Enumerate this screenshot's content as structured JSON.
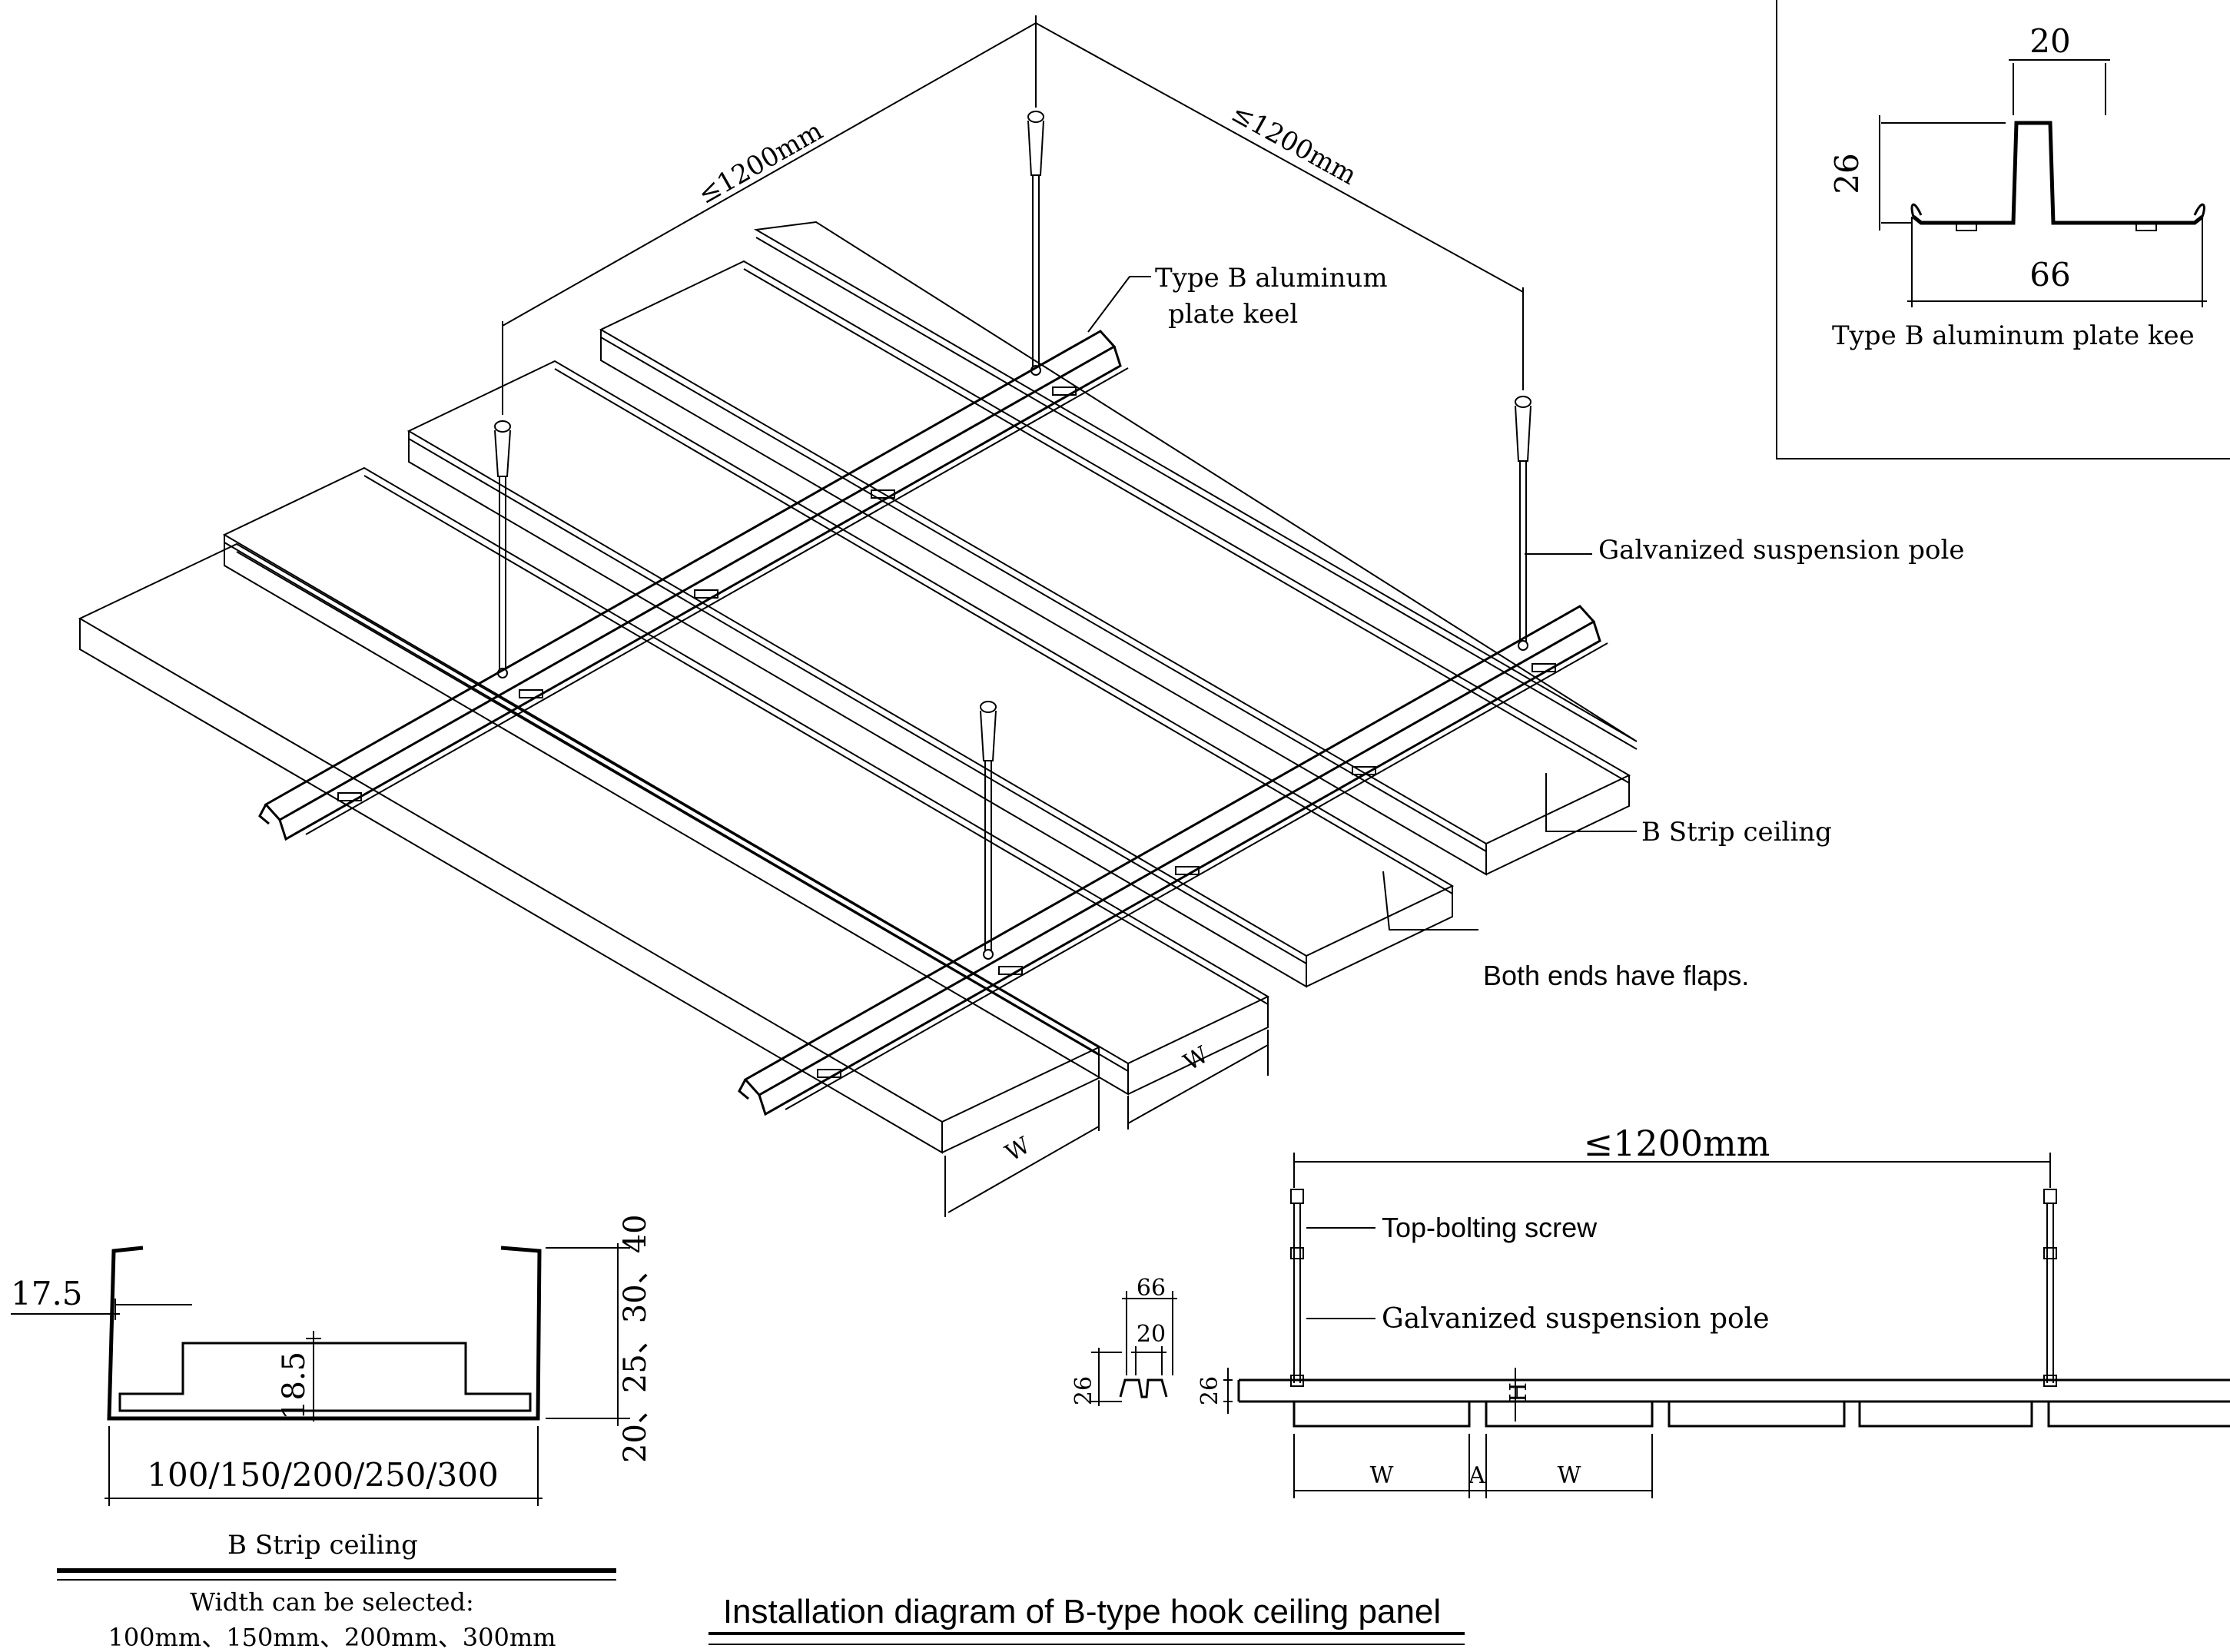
{
  "main_diagram": {
    "dim_left": "≤1200mm",
    "dim_right": "≤1200mm",
    "keel_label_line1": "Type B aluminum",
    "keel_label_line2": "plate keel",
    "pole_label": "Galvanized suspension pole",
    "strip_label": "B Strip ceiling",
    "flaps_note": "Both ends have flaps.",
    "width_label_1": "W",
    "width_label_2": "W"
  },
  "keel_section": {
    "top_width": "20",
    "height": "26",
    "bottom_width": "66",
    "caption": "Type B aluminum  plate kee"
  },
  "strip_section": {
    "flange": "17.5",
    "inner_height": "18.5",
    "heights": "20、25、30、40",
    "widths": "100/150/200/250/300",
    "caption": "B Strip ceiling",
    "note_line1": "Width can be selected:",
    "note_line2": "100mm、150mm、200mm、300mm"
  },
  "elevation": {
    "span": "≤1200mm",
    "screw_label": "Top-bolting screw",
    "pole_label": "Galvanized suspension pole",
    "keel_top": "66",
    "keel_inner": "20",
    "keel_height": "26",
    "height_right": "26",
    "h_label": "H",
    "w_left": "W",
    "gap": "A",
    "w_right": "W"
  },
  "title": "Installation diagram of B-type hook ceiling panel"
}
